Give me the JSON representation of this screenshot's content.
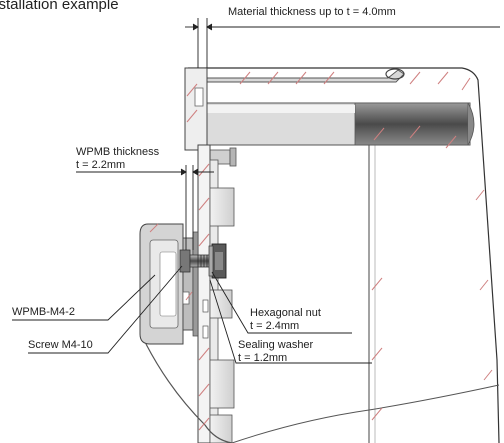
{
  "title": "Installation example",
  "labels": {
    "material_thickness": "Material thickness up to t = 4.0mm",
    "wpmb_thickness": "WPMB thickness",
    "wpmb_t": "t = 2.2mm",
    "part_wpmb": "WPMB-M4-2",
    "screw": "Screw M4-10",
    "hex_nut": "Hexagonal nut",
    "hex_nut_t": "t = 2.4mm",
    "sealing_washer": "Sealing washer",
    "sealing_washer_t": "t = 1.2mm"
  },
  "colors": {
    "hatch": "#cf7f7f",
    "line": "#333333",
    "metal_light": "#e6e6e6",
    "metal_mid": "#bdbdbd",
    "metal_dark": "#707070"
  }
}
